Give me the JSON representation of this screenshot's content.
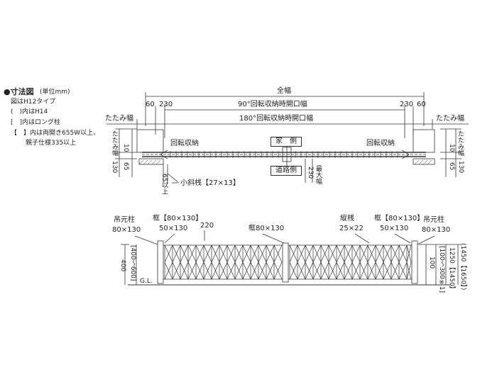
{
  "legend": {
    "title": "●寸法図",
    "unit": "(単位mm)",
    "line1": "図はH12タイプ",
    "line2": "(　)内はH14",
    "line3": "[　]内はロング柱",
    "line4": "【　】内は両開き655W以上、",
    "line5": "親子仕様335以上"
  },
  "plan": {
    "overall_width": "全幅",
    "d60_left": "60",
    "d230_left": "230",
    "d230_right": "230",
    "d60_right": "60",
    "open_90": "90°回転収納時開口幅",
    "fold_width_left": "たたみ幅",
    "fold_width_right": "たたみ幅",
    "open_180": "180°回転収納時開口幅",
    "fold_v_left": "たたみ幅",
    "fold_v_right": "たたみ幅",
    "d10_left": "10",
    "d10_right": "10",
    "d130_left": "130",
    "d65_left": "65",
    "d65_right": "65",
    "d130_right": "130",
    "rotate_store_left": "回転収納",
    "rotate_store_right": "回転収納",
    "house_side": "家　側",
    "road_side": "道路側",
    "d230_mid": "230",
    "max_width": "最大幅",
    "min65": "65以上",
    "small_brace": "小斜桟【27×13】"
  },
  "elevation": {
    "hanging_post_left": "吊元柱",
    "hanging_post_left_size": "80×130",
    "frame_left": "框【80×130】",
    "frame_left_sub": "50×130",
    "d220": "220",
    "frame_mid": "框80×130",
    "vertical_bar": "縦桟",
    "vertical_bar_size": "25×22",
    "frame_right": "框【80×130】",
    "frame_right_sub": "50×130",
    "hanging_post_right": "吊元柱",
    "hanging_post_right_size": "80×130",
    "gl": "G.L.",
    "h400": "400",
    "h400_range": "[400〜600]",
    "h100": "100",
    "h100_range": "[100〜300※1]",
    "h1250": "1250【1450】",
    "h1450": "(1450【1650】)"
  }
}
